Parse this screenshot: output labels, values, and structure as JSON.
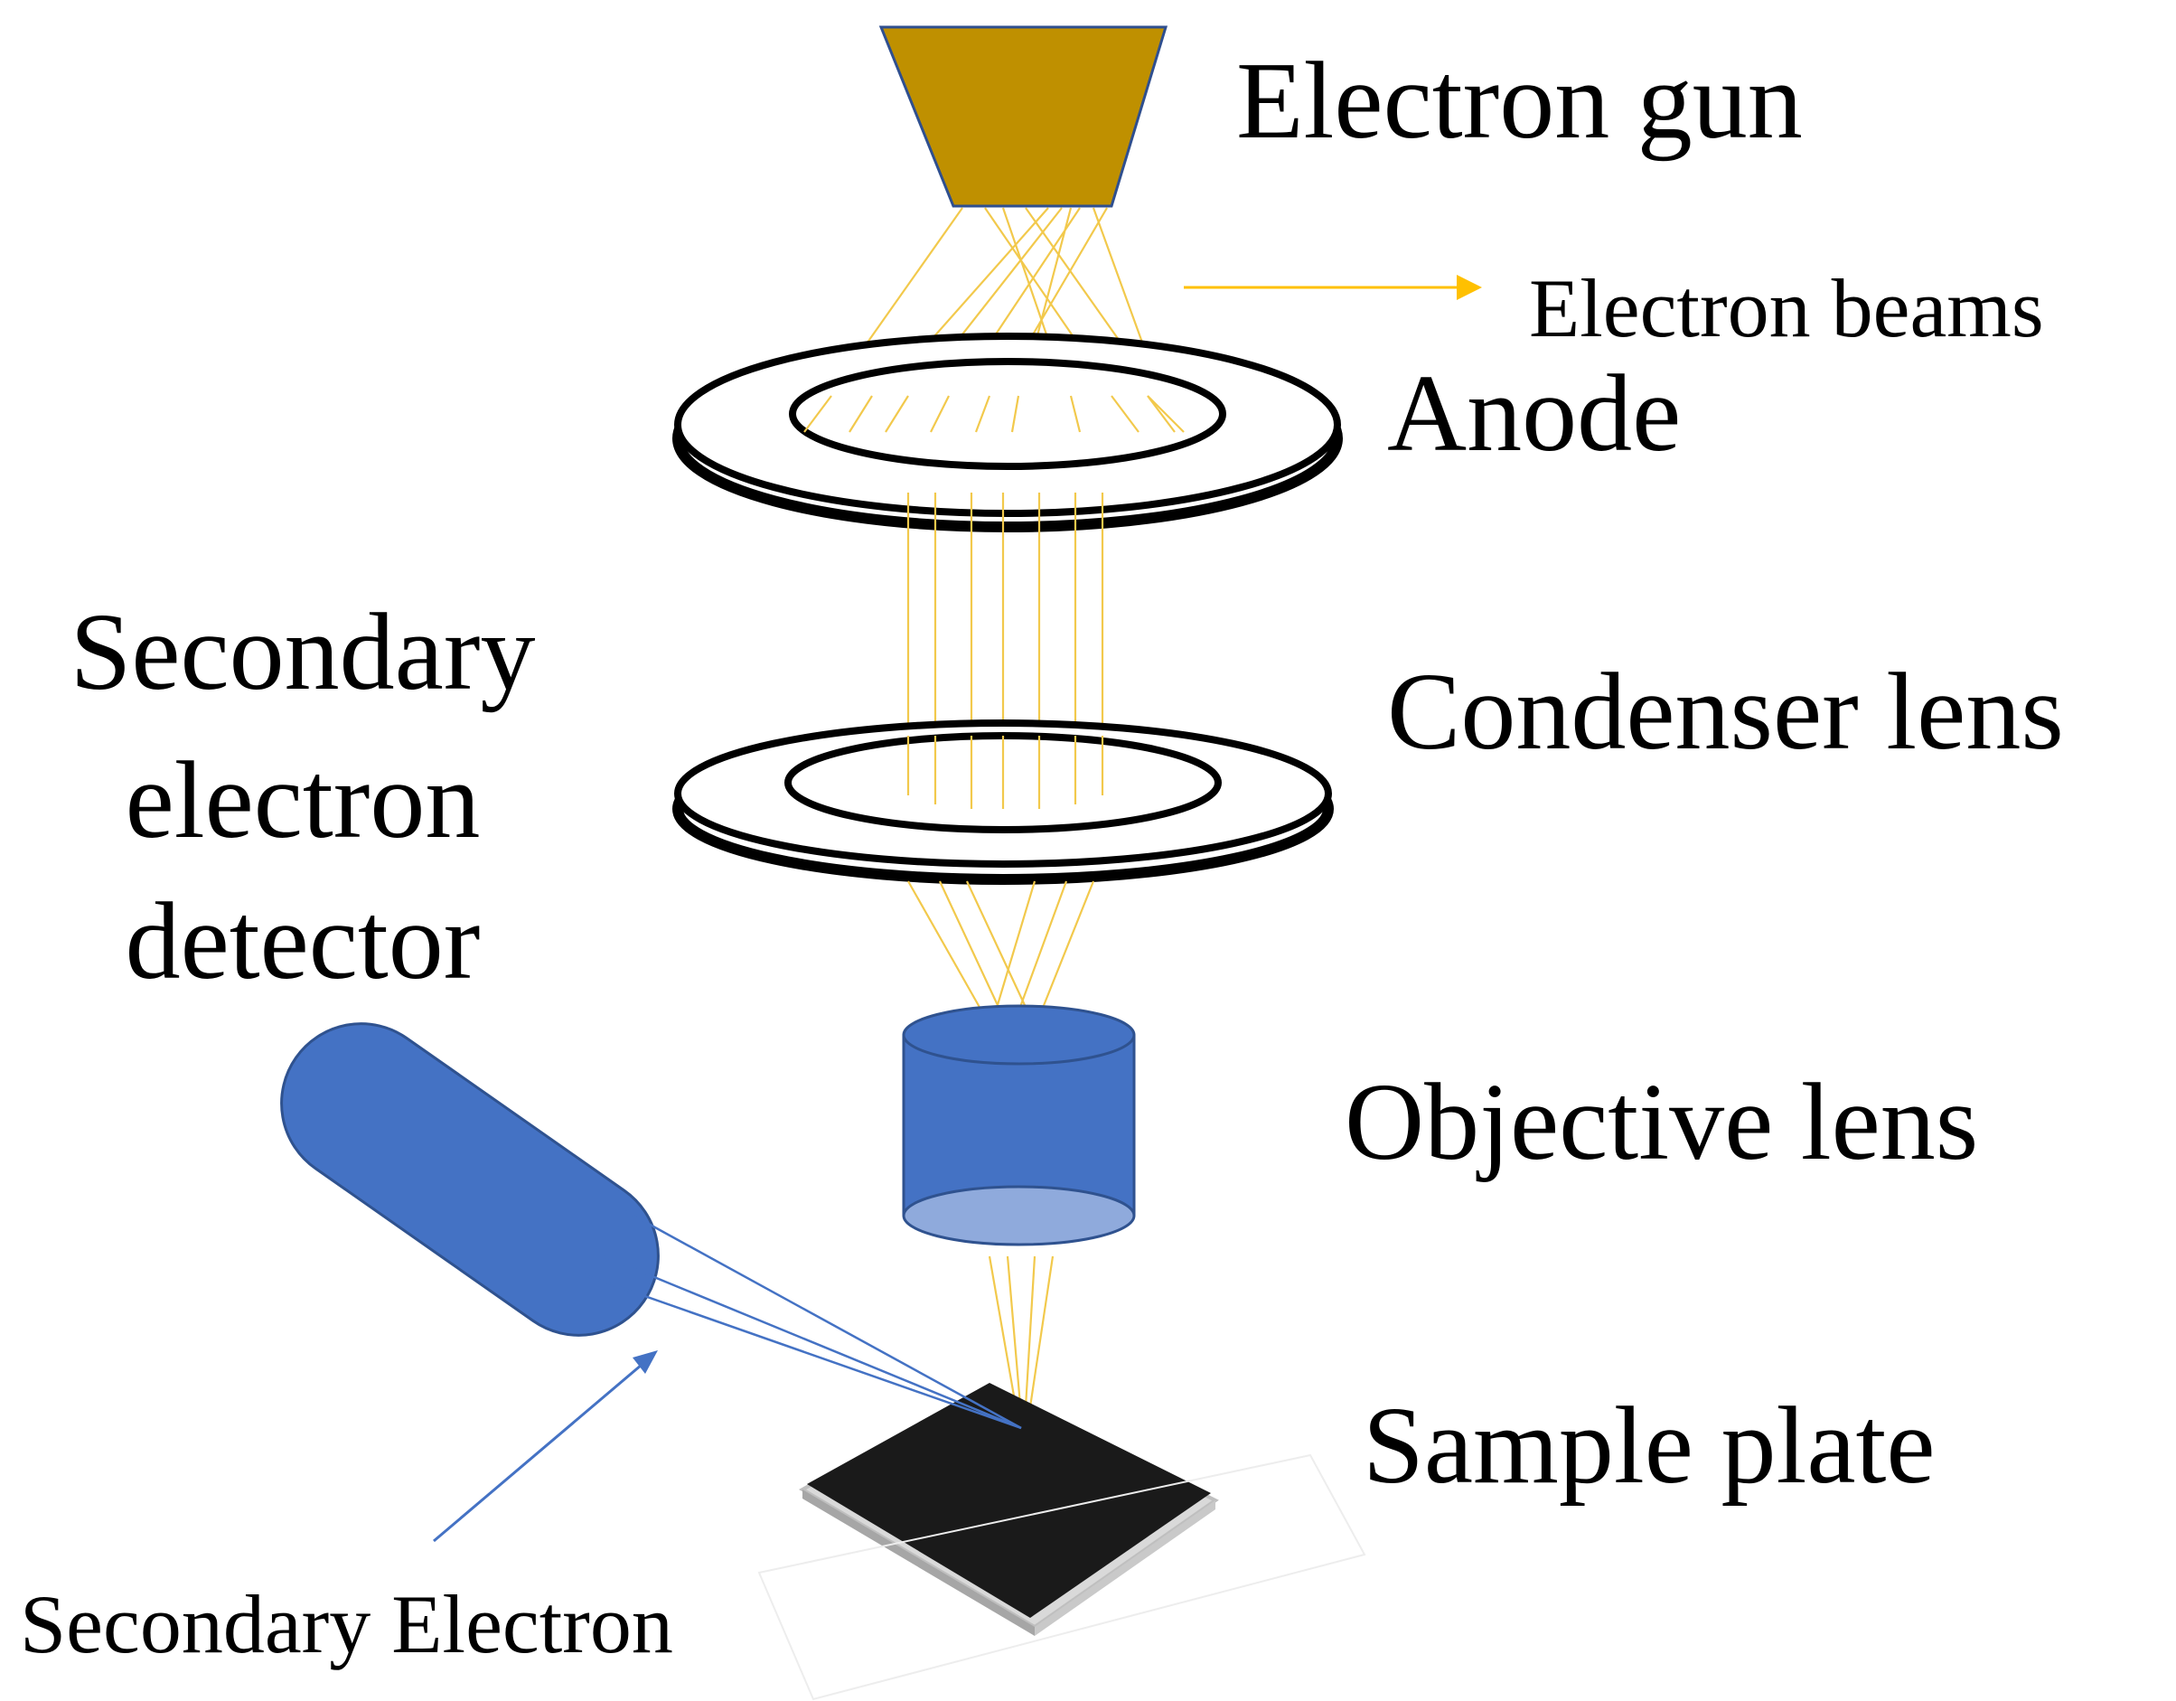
{
  "labels": {
    "electron_gun": "Electron gun",
    "electron_beams": "Electron beams",
    "anode": "Anode",
    "condenser_lens": "Condenser lens",
    "objective_lens": "Objective lens",
    "sample_plate": "Sample plate",
    "detector_line1": "Secondary",
    "detector_line2": "electron",
    "detector_line3": "detector",
    "secondary_electron": "Secondary Electron"
  },
  "colors": {
    "gun_fill": "#BF9000",
    "beam": "#FFC000",
    "beam_faint": "#F5D77A",
    "detector_blue": "#4472C4",
    "objective_bottom": "#8FAADC",
    "plate": "#1A1A1A",
    "plate_edge": "#BFBFBF",
    "ring": "#000000",
    "text": "#000000"
  }
}
